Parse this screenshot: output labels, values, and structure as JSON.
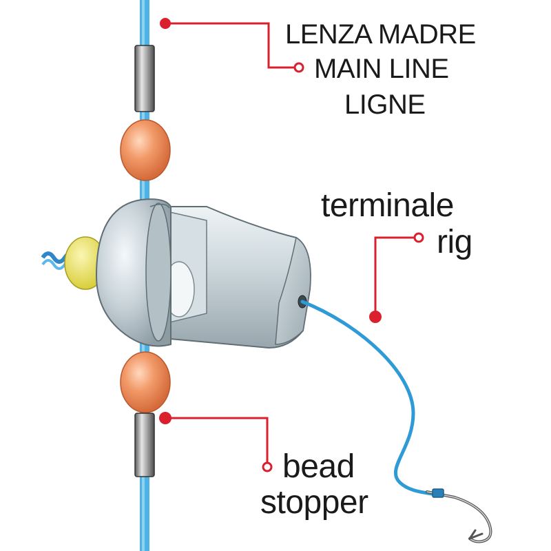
{
  "labels": {
    "main_line": {
      "italian": "LENZA MADRE",
      "english": "MAIN LINE",
      "french": "LIGNE"
    },
    "terminal_rig": {
      "line1": "terminale",
      "line2": "rig"
    },
    "bead_stopper": {
      "line1": "bead",
      "line2": "stopper"
    }
  },
  "colors": {
    "line_blue": "#4db3e6",
    "pointer_red": "#d9202c",
    "bead_orange": "#f08a58",
    "stopper_gray": "#7a7a7a",
    "weight_silver": "#c9d3d9",
    "yellow_bead": "#f2ea6a"
  }
}
